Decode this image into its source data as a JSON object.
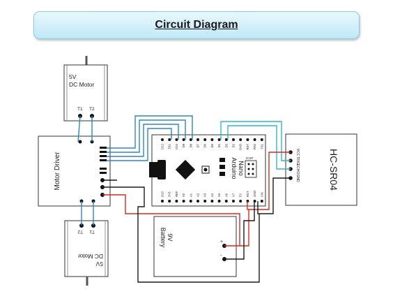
{
  "title": "Circuit Diagram",
  "motor_top": {
    "label_line1": "5V",
    "label_line2": "DC Motor",
    "terminal_1": "T1",
    "terminal_2": "T2"
  },
  "motor_bottom": {
    "label_line1": "5V",
    "label_line2": "DC Motor",
    "terminal_1": "T1",
    "terminal_2": "T2"
  },
  "motor_driver": {
    "label": "Motor Driver"
  },
  "arduino": {
    "label_line1": "Arduino",
    "label_line2": "Nano",
    "header_label": "ICSP"
  },
  "arduino_pins_top": [
    "D12",
    "D11",
    "D10",
    "D9",
    "D8",
    "D7",
    "D6",
    "D5",
    "D4",
    "D3",
    "D2",
    "GND",
    "RST",
    "RX0",
    "TX1"
  ],
  "arduino_pins_bottom": [
    "D13",
    "3V3",
    "REF",
    "A0",
    "A1",
    "A2",
    "A3",
    "A4",
    "A5",
    "A6",
    "A7",
    "5V",
    "RST",
    "GND",
    "VIN"
  ],
  "sensor": {
    "label": "HC-SR04",
    "pins": [
      "VCC",
      "TRIG",
      "ECHO",
      "GND"
    ]
  },
  "battery": {
    "label_line1": "9V",
    "label_line2": "Battery",
    "plus": "+",
    "minus": "-"
  },
  "wire_colors": {
    "blue": "#2a86c7",
    "cyan": "#2fb5d6",
    "red": "#d42a1e",
    "black": "#1a1a1a"
  }
}
